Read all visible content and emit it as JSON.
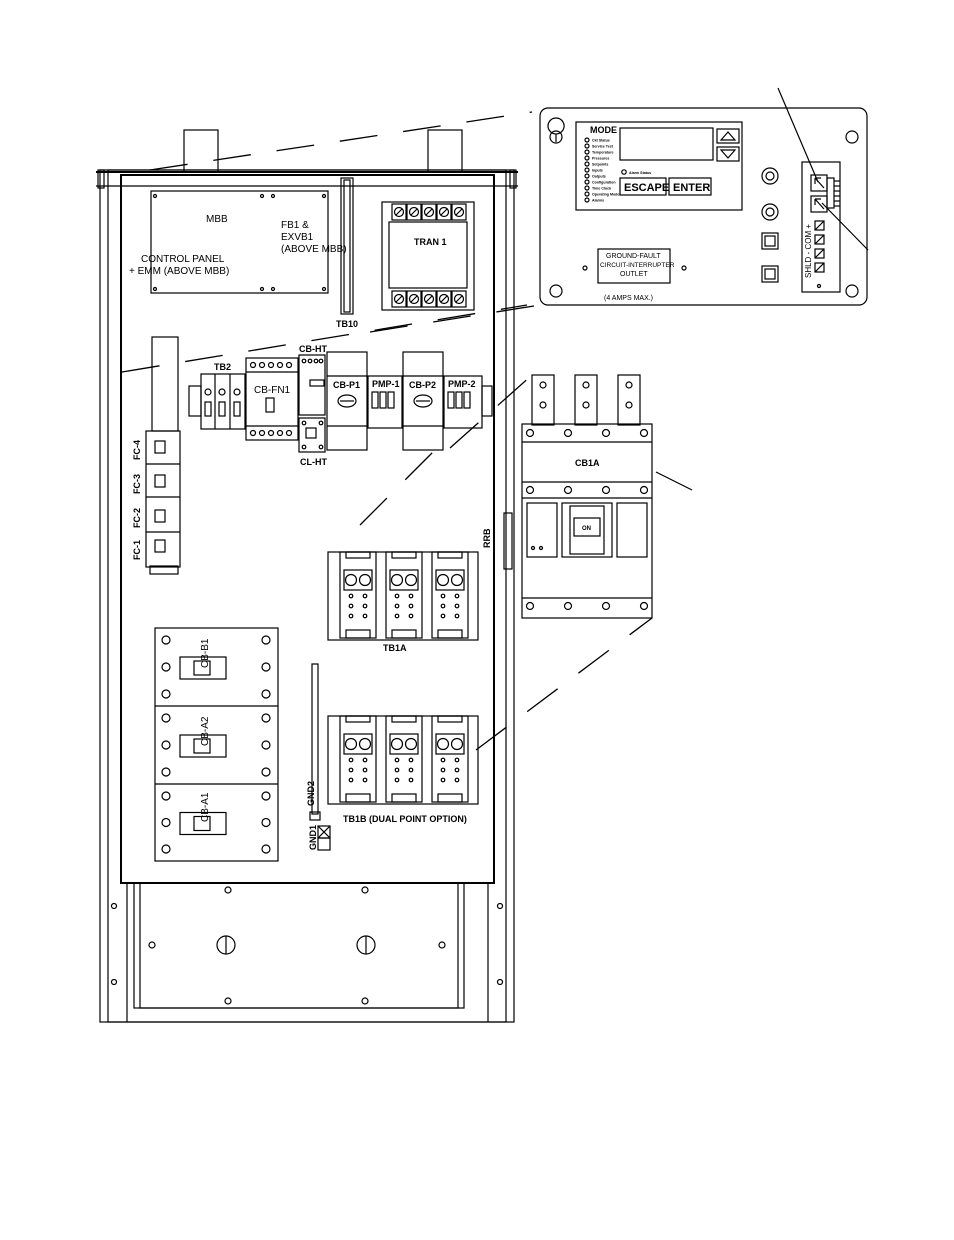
{
  "labels": {
    "mbb": "MBB",
    "fb1_line1": "FB1  &",
    "fb1_line2": "EXVB1",
    "fb1_line3": "(ABOVE MBB)",
    "control_line1": "CONTROL  PANEL",
    "control_line2": "+ EMM  (ABOVE MBB)",
    "tran1": "TRAN 1",
    "tb10": "TB10",
    "tb2": "TB2",
    "cb_ht": "CB-HT",
    "cb_fn1": "CB-FN1",
    "cl_ht": "CL-HT",
    "cb_p1": "CB-P1",
    "pmp1": "PMP-1",
    "cb_p2": "CB-P2",
    "pmp2": "PMP-2",
    "fc4": "FC-4",
    "fc3": "FC-3",
    "fc2": "FC-2",
    "fc1": "FC-1",
    "rrb": "RRB",
    "tb1a": "TB1A",
    "tb1b": "TB1B (DUAL POINT OPTION)",
    "cb_b1": "CB-B1",
    "cb_a2": "CB-A2",
    "cb_a1": "CB-A1",
    "gnd2": "GND2",
    "gnd1": "GND1",
    "cb1a": "CB1A",
    "cb1a_on": "ON"
  },
  "panel": {
    "mode": "MODE",
    "menu_items": [
      "Ckt Status",
      "Service Test",
      "Temperature",
      "Pressures",
      "Setpoints",
      "Inputs",
      "Outputs",
      "Configuration",
      "Time Clock",
      "Operating Modes",
      "Alarms"
    ],
    "alarm_status": "Alarm Status",
    "escape": "ESCAPE",
    "enter": "ENTER",
    "gfci_line1": "GROUND-FAULT",
    "gfci_line2": "CIRCUIT-INTERRUPTER",
    "gfci_line3": "OUTLET",
    "gfci_line4": "(4 AMPS MAX.)",
    "terminal_label": "SHLD - COM +"
  },
  "colors": {
    "ink": "#000000",
    "paper": "#ffffff"
  }
}
